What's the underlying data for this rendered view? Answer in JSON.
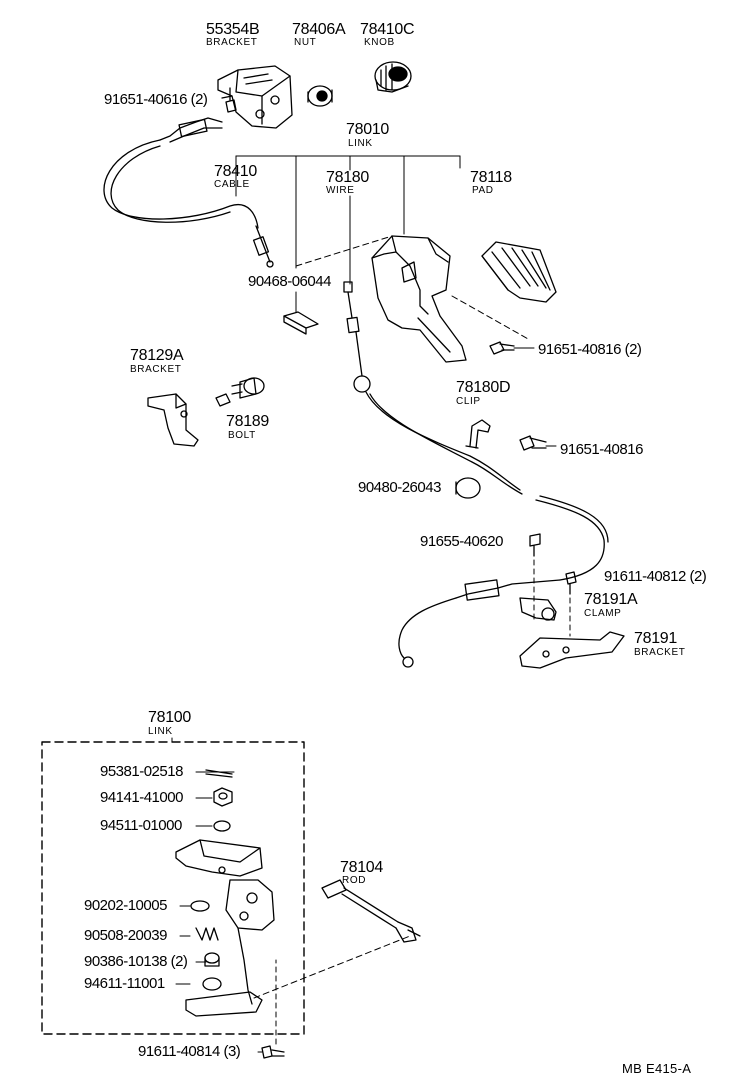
{
  "labels": {
    "p55354b": {
      "number": "55354B",
      "name": "BRACKET"
    },
    "p78406a": {
      "number": "78406A",
      "name": "NUT"
    },
    "p78410c": {
      "number": "78410C",
      "name": "KNOB"
    },
    "p91651_40616": {
      "number": "91651-40616 (2)"
    },
    "p78010": {
      "number": "78010",
      "name": "LINK"
    },
    "p78410": {
      "number": "78410",
      "name": "CABLE"
    },
    "p78180": {
      "number": "78180",
      "name": "WIRE"
    },
    "p78118": {
      "number": "78118",
      "name": "PAD"
    },
    "p90468": {
      "number": "90468-06044"
    },
    "p91651_40816_2": {
      "number": "91651-40816 (2)"
    },
    "p78129a": {
      "number": "78129A",
      "name": "BRACKET"
    },
    "p78189": {
      "number": "78189",
      "name": "BOLT"
    },
    "p78180d": {
      "number": "78180D",
      "name": "CLIP"
    },
    "p91651_40816": {
      "number": "91651-40816"
    },
    "p90480": {
      "number": "90480-26043"
    },
    "p91655": {
      "number": "91655-40620"
    },
    "p91611_40812": {
      "number": "91611-40812 (2)"
    },
    "p78191a": {
      "number": "78191A",
      "name": "CLAMP"
    },
    "p78191": {
      "number": "78191",
      "name": "BRACKET"
    },
    "p78100": {
      "number": "78100",
      "name": "LINK"
    },
    "p95381": {
      "number": "95381-02518"
    },
    "p94141": {
      "number": "94141-41000"
    },
    "p94511": {
      "number": "94511-01000"
    },
    "p78104": {
      "number": "78104",
      "name": "ROD"
    },
    "p90202": {
      "number": "90202-10005"
    },
    "p90508": {
      "number": "90508-20039"
    },
    "p90386": {
      "number": "90386-10138 (2)"
    },
    "p94611": {
      "number": "94611-11001"
    },
    "p91611_40814": {
      "number": "91611-40814 (3)"
    }
  },
  "footer": {
    "code": "MB  E415-A"
  }
}
